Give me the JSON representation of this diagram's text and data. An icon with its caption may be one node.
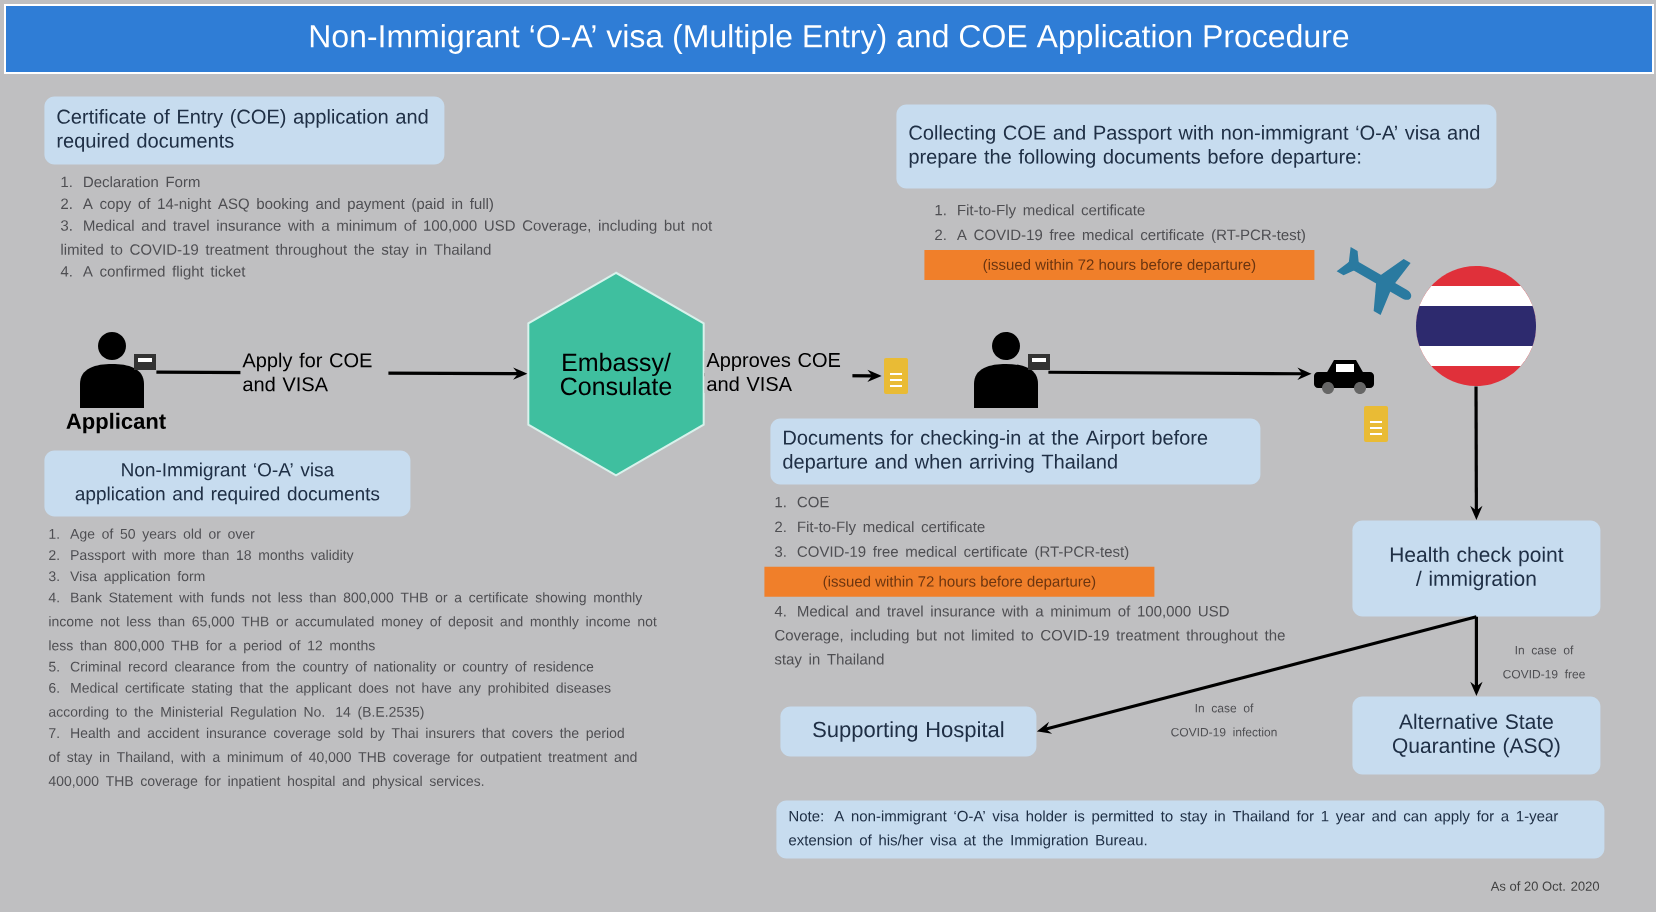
{
  "diagram": {
    "title": "Non-Immigrant ‘O-A’ visa (Multiple Entry) and COE Application Procedure",
    "nodes": [
      {
        "text": [
          "Certificate of Entry (COE) application and required documents"
        ],
        "beside": [
          "1. Declaration Form",
          "2. A copy of 14-night ASQ booking and payment (paid in full)",
          "3. Medical and travel insurance with a minimum of 100,000 USD Coverage, including but not limited to COVID-19 treatment throughout the stay in Thailand",
          "4. A confirmed flight ticket"
        ]
      },
      {
        "text": [
          "Collecting COE and Passport with non-immigrant ‘O-A’ visa and prepare the following documents before departure:"
        ],
        "beside": [
          "1. Fit-to-Fly medical certificate",
          "2. A COVID-19 free medical certificate (RT-PCR-test)",
          "(issued within 72 hours before departure)"
        ]
      },
      {
        "text": [
          "Applicant"
        ]
      },
      {
        "text": [
          "Embassy/ Consulate"
        ]
      },
      {
        "text": [],
        "shape": "document"
      },
      {
        "text": [],
        "shape": "person"
      },
      {
        "text": [],
        "shape": "car"
      },
      {
        "text": [],
        "shape": "circle"
      },
      {
        "text": [
          "Non-Immigrant ‘O-A’ visa application and required documents"
        ],
        "beside": [
          "1. Age of 50 years old or over",
          "2. Passport with more than 18 months validity",
          "3. Visa application form",
          "4. Bank Statement with funds not less than 800,000 THB or a certificate showing monthly income not less than 65,000 THB or accumulated money of deposit and monthly income not less than 800,000 THB for a period of 12 months",
          "5. Criminal record clearance from the country of nationality or country of residence",
          "6. Medical certificate stating that the applicant does not have any prohibited diseases according to the Ministerial Regulation No. 14 (B.E.2535)",
          "7. Health and accident insurance coverage sold by Thai insurers that covers the period of stay in Thailand, with a minimum of 40,000 THB coverage for outpatient treatment and 400,000 THB coverage for inpatient hospital and physical services."
        ]
      },
      {
        "text": [
          "Documents for checking-in at the Airport before departure and when arriving Thailand"
        ],
        "beside": [
          "1. COE",
          "2. Fit-to-Fly medical certificate",
          "3. COVID-19 free medical certificate (RT-PCR-test)",
          "(issued within 72 hours before departure)",
          "4. Medical and travel insurance with a minimum of 100,000 USD Coverage, including but not limited to COVID-19 treatment throughout the stay in Thailand"
        ]
      },
      {
        "text": [
          "Health check point / immigration"
        ]
      },
      {
        "text": [
          "Supporting Hospital"
        ]
      },
      {
        "text": [
          "Alternative State Quarantine (ASQ)"
        ]
      },
      {
        "text": [
          "Note: A non-immigrant ‘O-A’ visa holder is permitted to stay in Thailand for 1 year and can apply for a 1-year extension of his/her visa at the Immigration Bureau."
        ]
      }
    ],
    "edges": [
      {
        "from": 2,
        "to": 3,
        "arrow": "to",
        "label": "Apply for COE and VISA"
      },
      {
        "from": 3,
        "to": 4,
        "arrow": "to",
        "label": "Approves COE and VISA"
      },
      {
        "from": 5,
        "to": 6,
        "arrow": "to"
      },
      {
        "from": 7,
        "to": 10,
        "arrow": "to"
      },
      {
        "from": 10,
        "to": 11,
        "arrow": "to",
        "label": "In case of COVID-19 infection"
      },
      {
        "from": 10,
        "to": 12,
        "arrow": "to",
        "label": "In case of COVID-19 free"
      }
    ],
    "labels": [
      "As of 20 Oct. 2020"
    ]
  }
}
